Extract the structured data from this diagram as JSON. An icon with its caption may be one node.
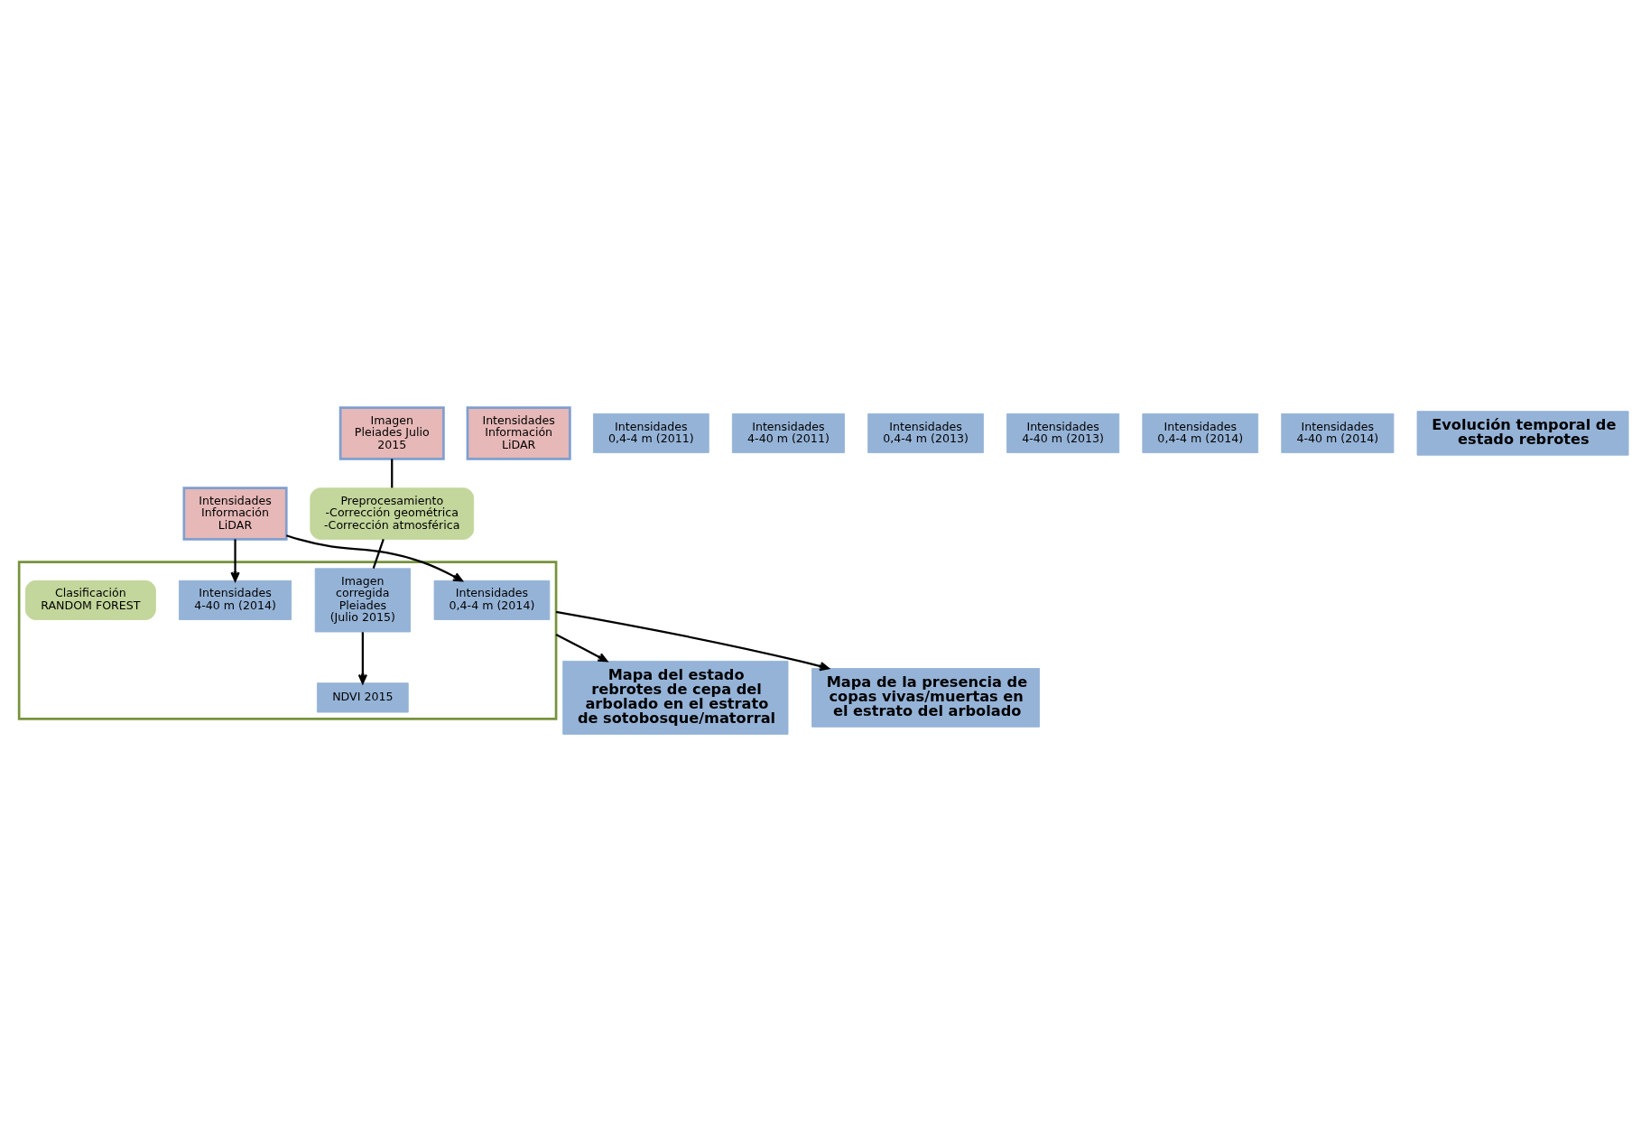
{
  "diagram": {
    "nodes": [
      {
        "text": [
          "Intensidades Información LiDAR"
        ]
      },
      {
        "text": [
          "Imagen Pleiades Julio 2015"
        ]
      },
      {
        "text": [
          "Intensidades Información LiDAR"
        ]
      },
      {
        "text": [
          "Intensidades 0,4-4 m (2011)"
        ]
      },
      {
        "text": [
          "Intensidades 4-40 m (2011)"
        ]
      },
      {
        "text": [
          "Intensidades 0,4-4 m (2013)"
        ]
      },
      {
        "text": [
          "Intensidades 4-40 m (2013)"
        ]
      },
      {
        "text": [
          "Intensidades 0,4-4 m (2014)"
        ]
      },
      {
        "text": [
          "Intensidades 4-40 m (2014)"
        ]
      },
      {
        "text": [
          "Preprocesamiento -Corrección geométrica -Corrección atmosférica"
        ]
      },
      {
        "text": [],
        "shape": "box"
      },
      {
        "text": [
          "Intensidades 0,4-4 m (2014)"
        ],
        "in": 10
      },
      {
        "text": [
          "Intensidades 4-40 m (2014)"
        ],
        "in": 10
      },
      {
        "text": [
          "Imagen corregida Pleiades (Julio 2015)"
        ],
        "in": 10
      },
      {
        "text": [
          "Clasificación RANDOM FOREST"
        ],
        "in": 10
      },
      {
        "text": [
          "NDVI 2015"
        ],
        "in": 10
      },
      {
        "text": [
          "Evolución temporal de estado rebrotes"
        ]
      },
      {
        "text": [
          "Mapa del estado rebrotes de cepa del arbolado en el estrato de sotobosque/matorral"
        ]
      },
      {
        "text": [
          "Mapa de la presencia de copas vivas/muertas en el estrato del arbolado"
        ]
      }
    ],
    "edges": [
      {
        "from": 0,
        "to": 11,
        "arrow": "to"
      },
      {
        "from": 0,
        "to": 12,
        "arrow": "to"
      },
      {
        "from": 1,
        "to": 9,
        "arrow": "none"
      },
      {
        "from": 9,
        "to": 13,
        "arrow": "none"
      },
      {
        "from": 13,
        "to": 15,
        "arrow": "to"
      },
      {
        "from": 10,
        "to": 17,
        "arrow": "to"
      },
      {
        "from": 10,
        "to": 18,
        "arrow": "to"
      }
    ]
  }
}
